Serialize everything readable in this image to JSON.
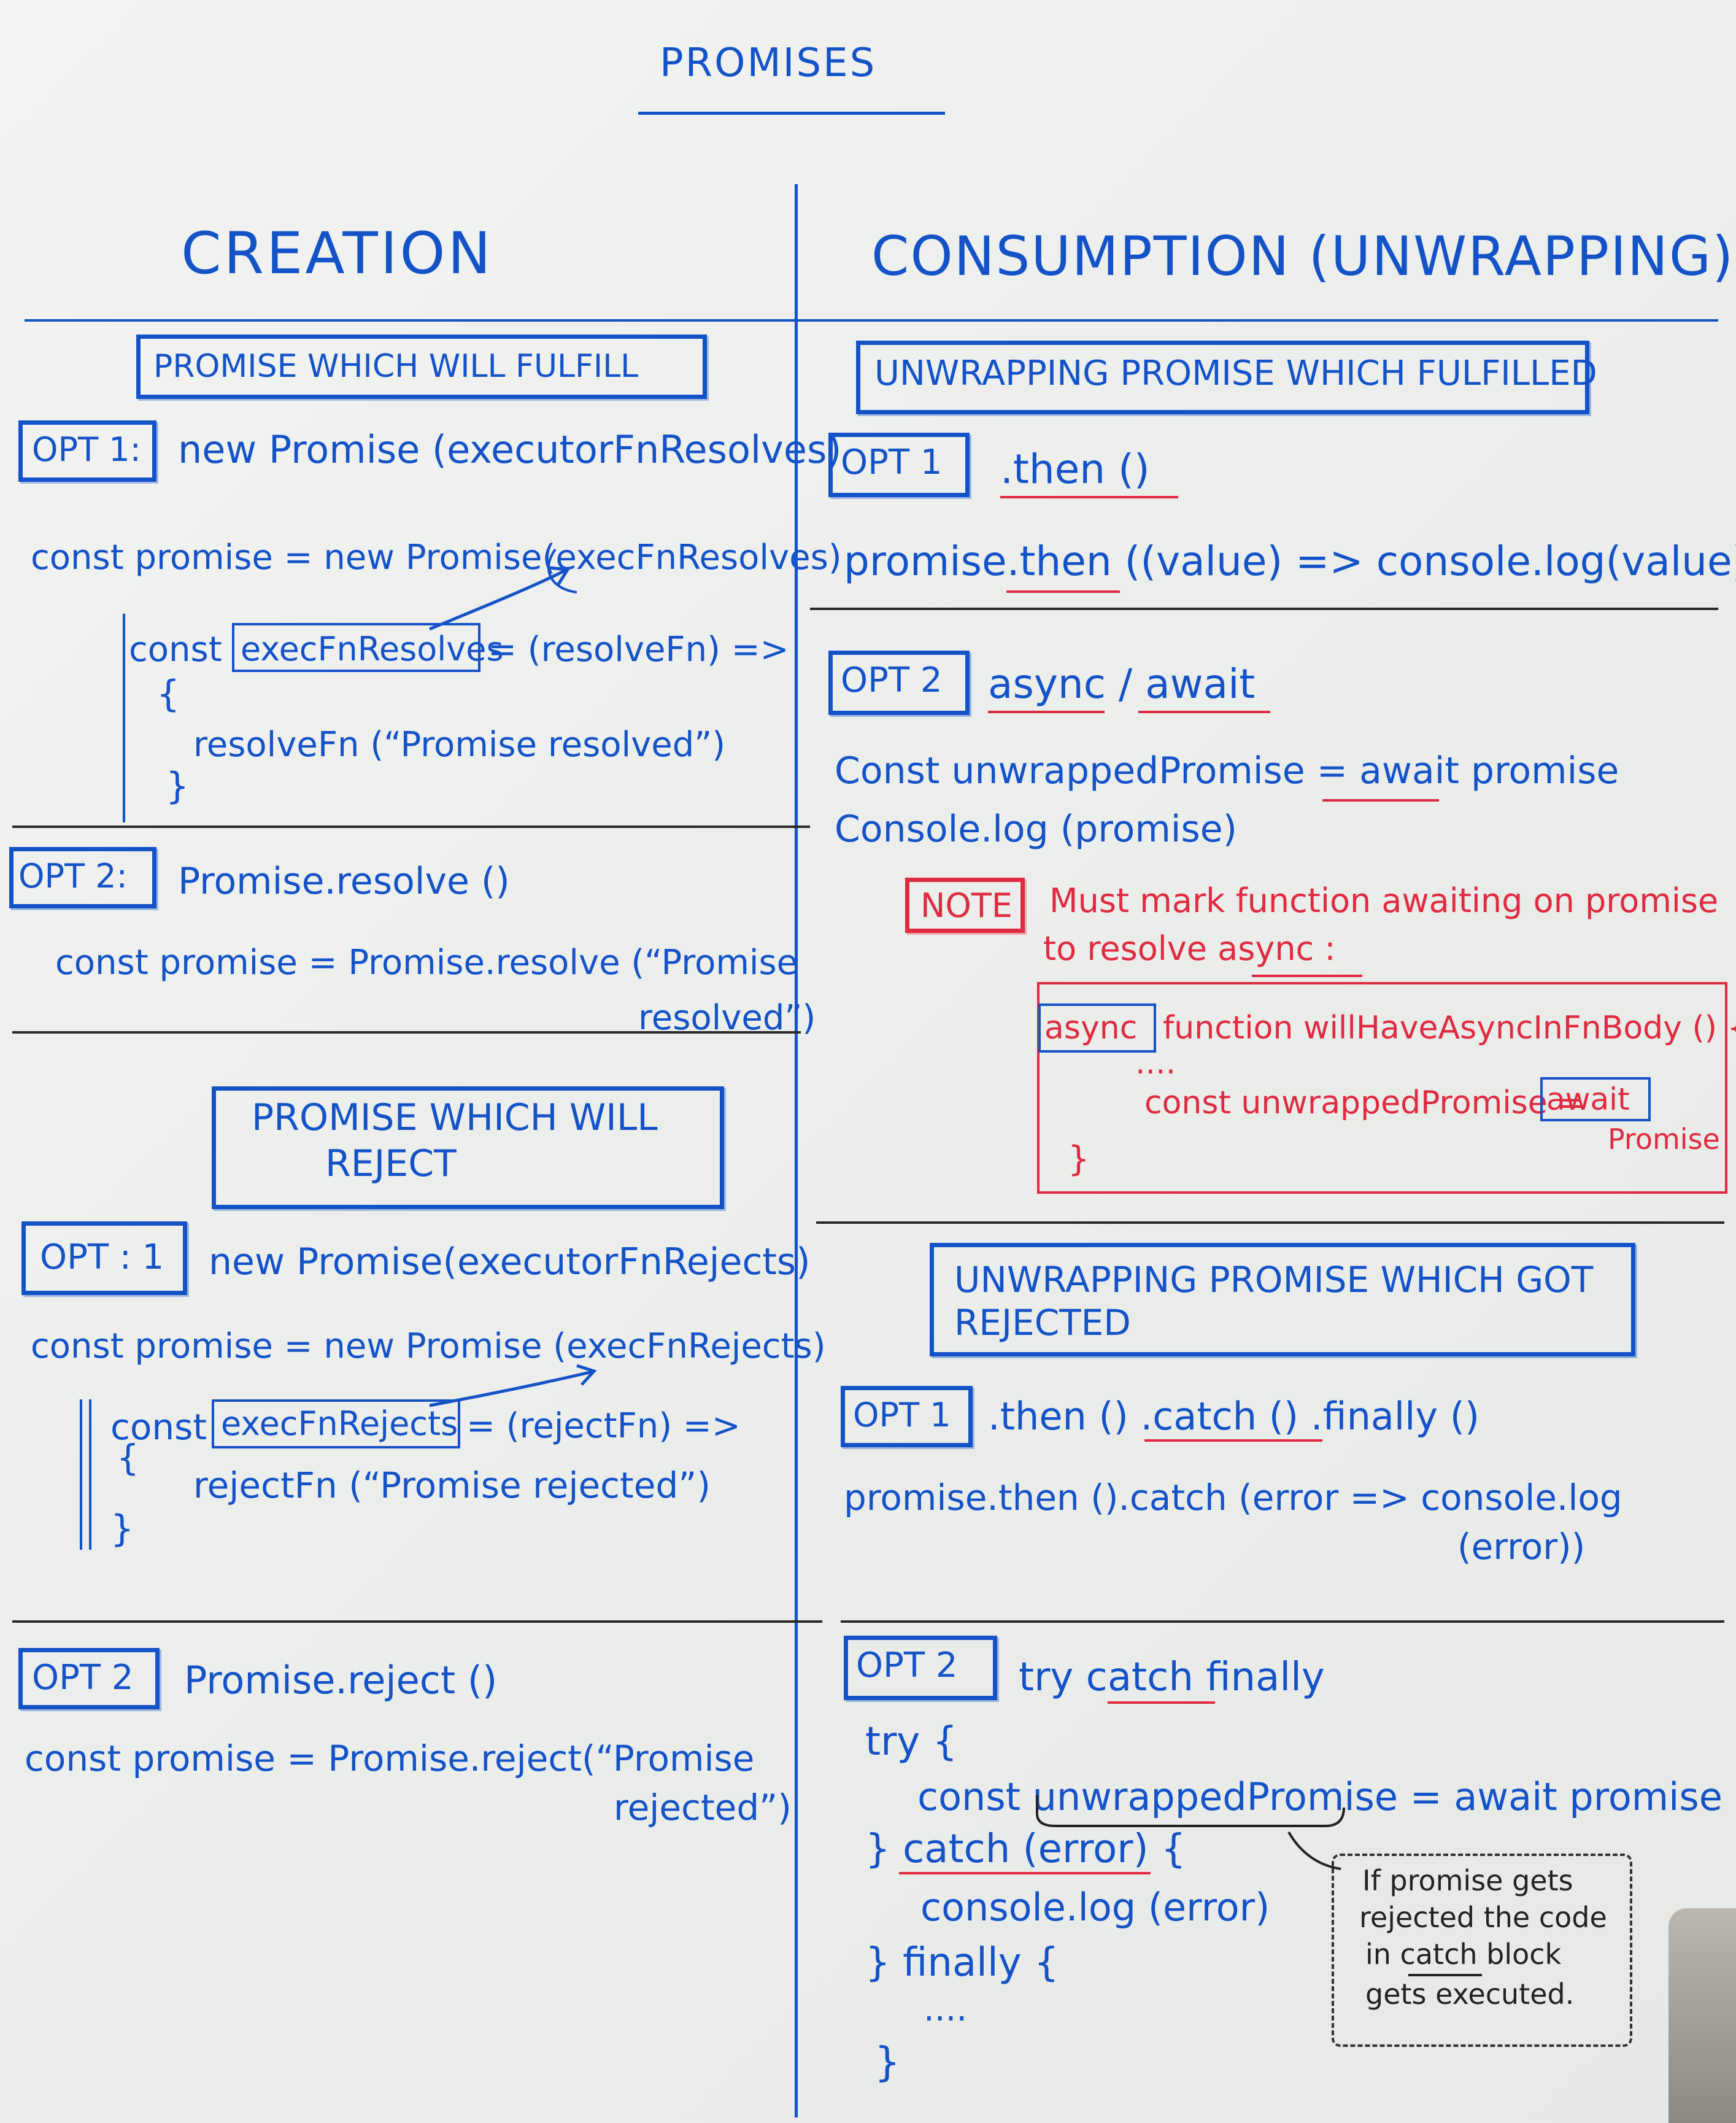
{
  "title": "PROMISES",
  "headings": {
    "creation": "CREATION",
    "consumption": "CONSUMPTION (UNWRAPPING)"
  },
  "creation": {
    "fulfill_header": "PROMISE WHICH WILL FULFILL",
    "opt1": {
      "tag": "OPT 1:",
      "label": "new Promise (executorFnResolves)",
      "line1": "const promise = new Promise(execFnResolves)",
      "line2_const": "const",
      "line2_name": "execFnResolves",
      "line2_rest": "= (resolveFn) =>",
      "line3": "{",
      "line4": "resolveFn (“Promise resolved”)",
      "line5": "}"
    },
    "opt2": {
      "tag": "OPT 2:",
      "label": "Promise.resolve ()",
      "line1": "const promise = Promise.resolve (“Promise",
      "line2": "resolved”)"
    },
    "reject_header_line1": "PROMISE WHICH WILL",
    "reject_header_line2": "REJECT",
    "opt1_reject": {
      "tag": "OPT : 1",
      "label": "new Promise(executorFnRejects)",
      "line1": "const promise = new Promise (execFnRejects)",
      "line2_const": "const",
      "line2_name": "execFnRejects",
      "line2_rest": "= (rejectFn) =>",
      "line3": "{",
      "line4": "rejectFn (“Promise rejected”)",
      "line5": "}"
    },
    "opt2_reject": {
      "tag": "OPT 2",
      "label": "Promise.reject ()",
      "line1": "const promise = Promise.reject(“Promise",
      "line2": "rejected”)"
    }
  },
  "consumption": {
    "fulfilled_header": "UNWRAPPING PROMISE WHICH FULFILLED",
    "opt1": {
      "tag": "OPT 1",
      "label": ".then ()",
      "line1": "promise.then ((value) => console.log(value))"
    },
    "opt2": {
      "tag": "OPT 2",
      "label": "async / await",
      "line1": "Const unwrappedPromise = await promise",
      "line2": "Console.log (promise)",
      "note_tag": "NOTE",
      "note_line1": "Must mark function awaiting on promise",
      "note_line2": "to resolve async :",
      "code_async": "async",
      "code_fn": "function willHaveAsyncInFnBody () {",
      "code_dots": "....",
      "code_const": "const unwrappedPromise =",
      "code_await": "await",
      "code_promise": "Promise",
      "code_close": "}"
    },
    "rejected_header_line1": "UNWRAPPING PROMISE WHICH GOT",
    "rejected_header_line2": "REJECTED",
    "opt1_reject": {
      "tag": "OPT 1",
      "label": ".then () .catch () .finally ()",
      "line1": "promise.then ().catch (error => console.log",
      "line2": "(error))"
    },
    "opt2_reject": {
      "tag": "OPT 2",
      "label": "try catch finally",
      "line1": "try {",
      "line2": "const unwrappedPromise = await promise",
      "line3": "} catch (error) {",
      "line4": "console.log (error)",
      "line5": "} finally {",
      "line6": "....",
      "line7": "}",
      "note1": "If promise gets",
      "note2": "rejected the code",
      "note3": "in catch block",
      "note4": "gets executed."
    }
  }
}
